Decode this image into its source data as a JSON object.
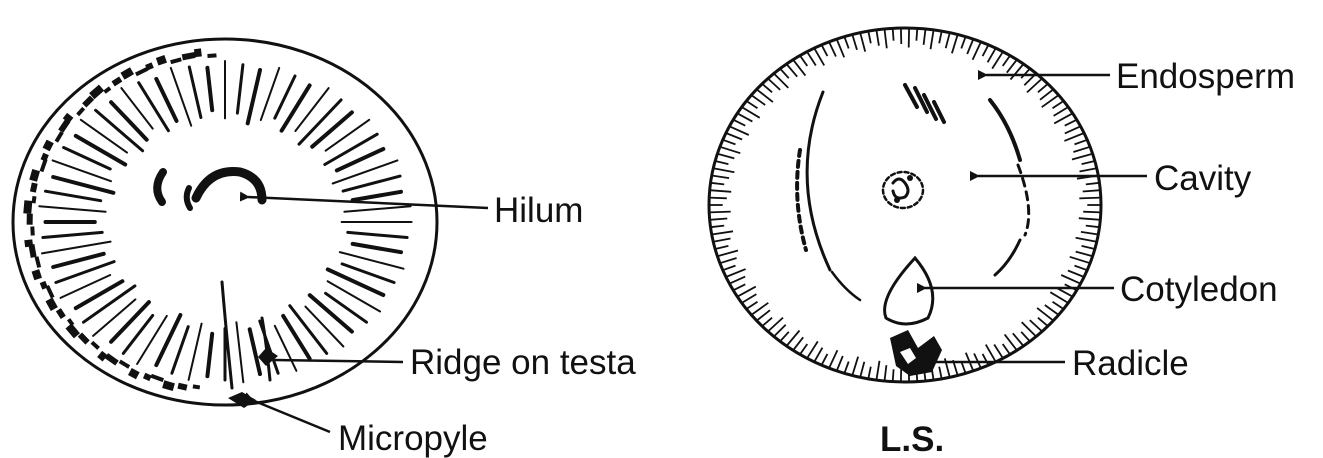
{
  "labels": {
    "hilum": "Hilum",
    "ridge_on_testa": "Ridge on testa",
    "micropyle": "Micropyle",
    "endosperm": "Endosperm",
    "cavity": "Cavity",
    "cotyledon": "Cotyledon",
    "radicle": "Radicle",
    "ls_caption": "L.S."
  },
  "colors": {
    "ink": "#111111",
    "background": "#ffffff"
  }
}
